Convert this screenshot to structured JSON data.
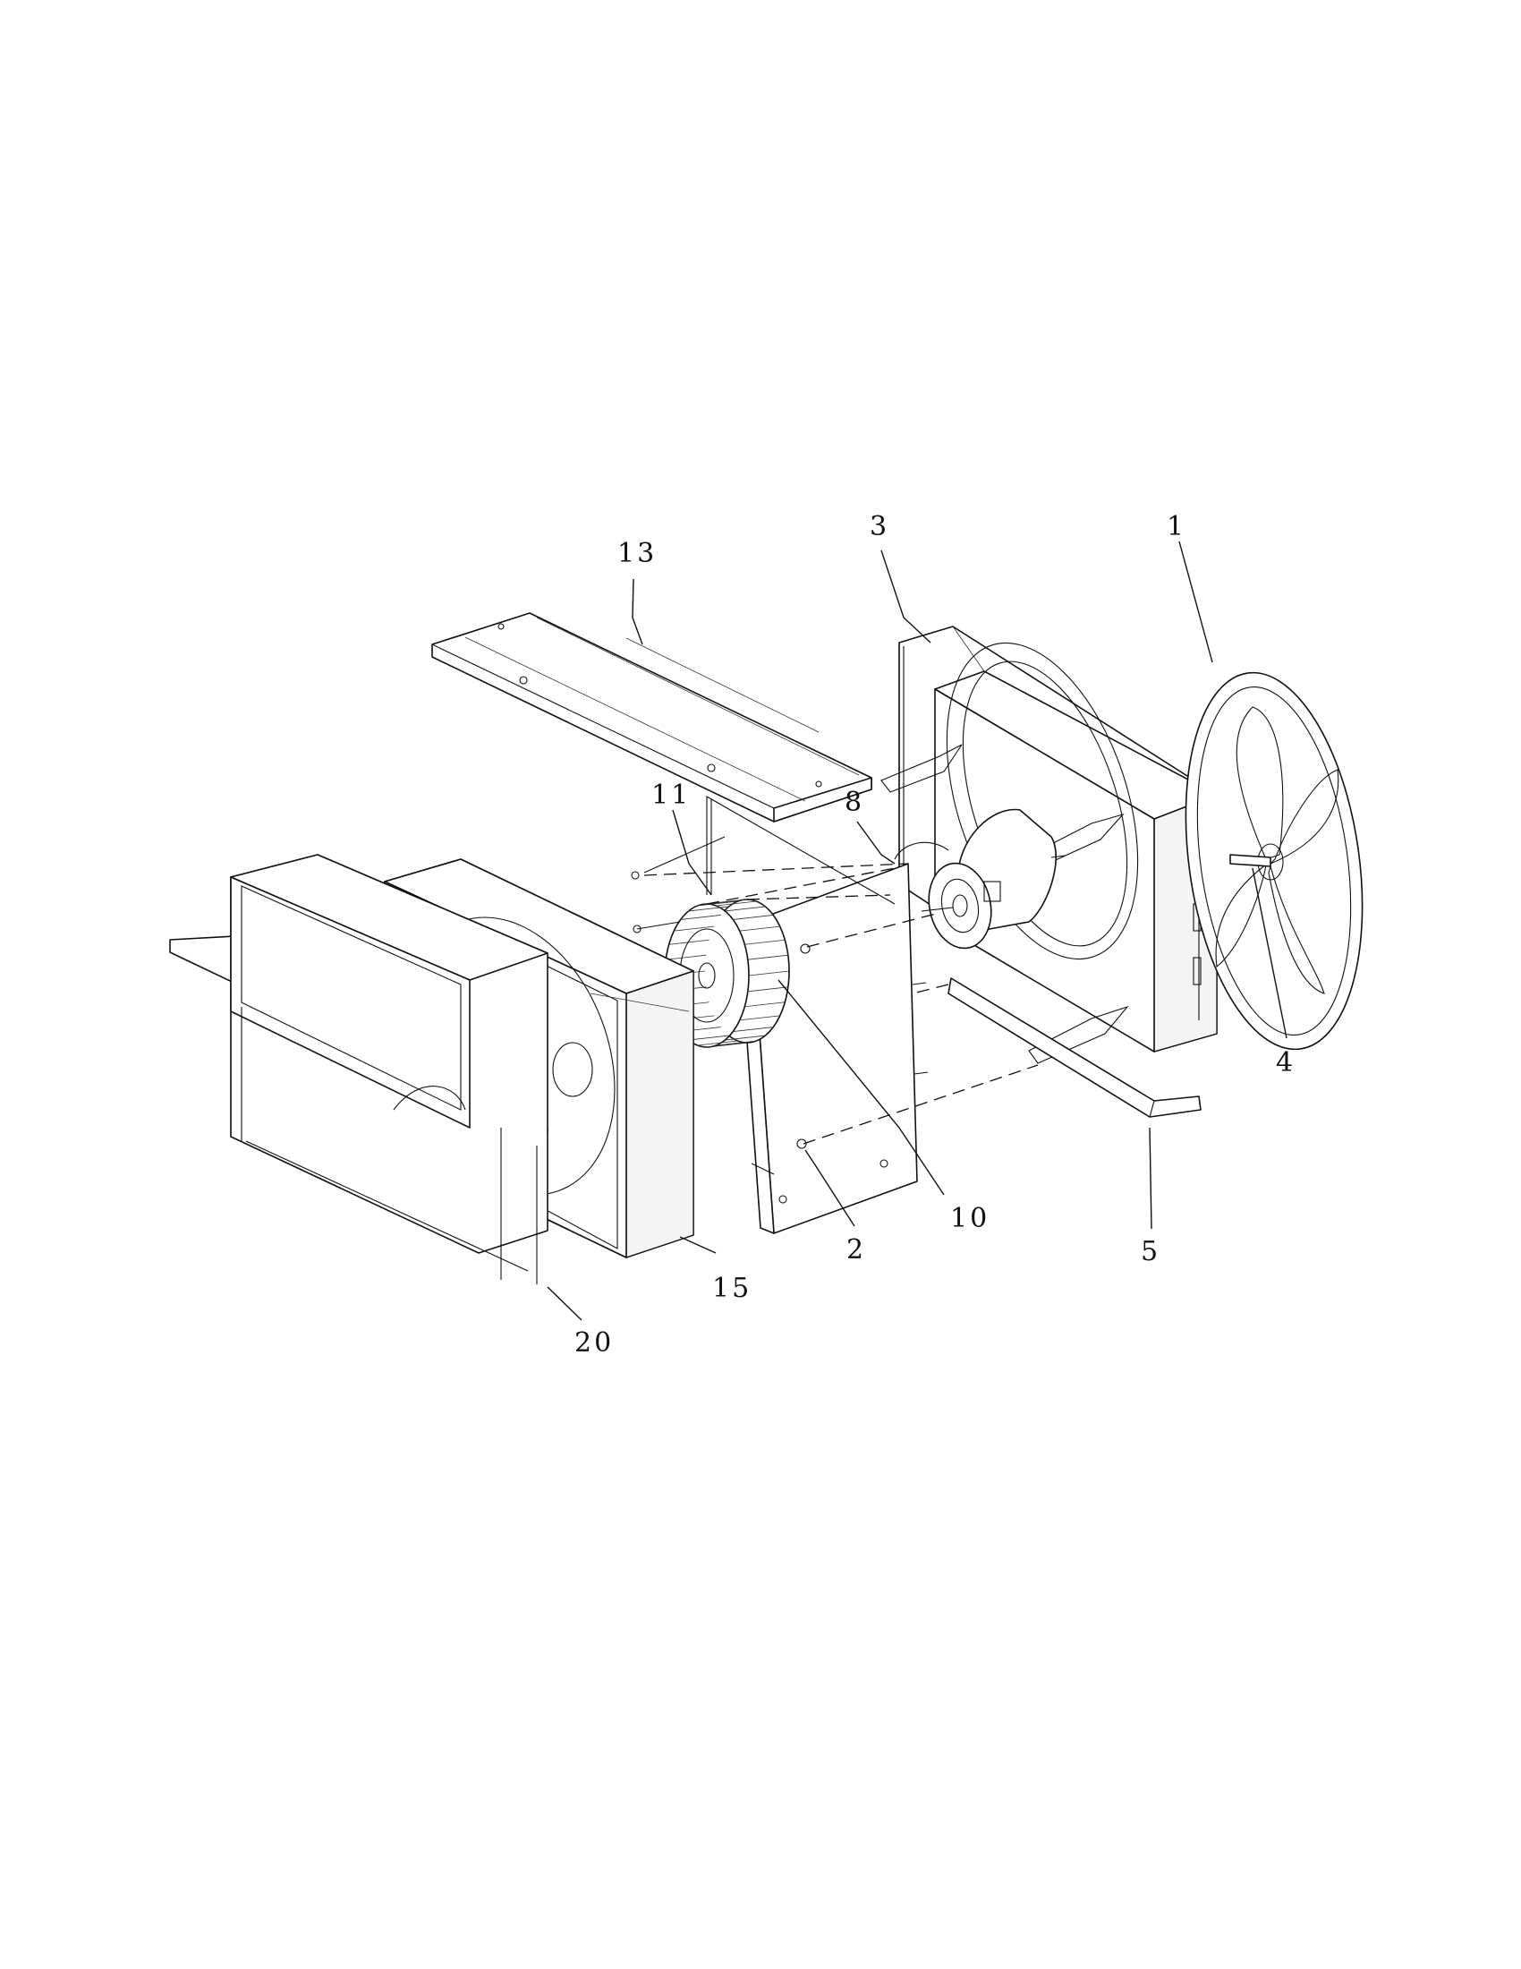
{
  "callouts": [
    {
      "id": "1",
      "label": "1"
    },
    {
      "id": "2",
      "label": "2"
    },
    {
      "id": "3",
      "label": "3"
    },
    {
      "id": "4",
      "label": "4"
    },
    {
      "id": "5",
      "label": "5"
    },
    {
      "id": "8",
      "label": "8"
    },
    {
      "id": "10",
      "label": "10"
    },
    {
      "id": "11",
      "label": "11"
    },
    {
      "id": "13",
      "label": "13"
    },
    {
      "id": "15",
      "label": "15"
    },
    {
      "id": "20",
      "label": "20"
    }
  ]
}
